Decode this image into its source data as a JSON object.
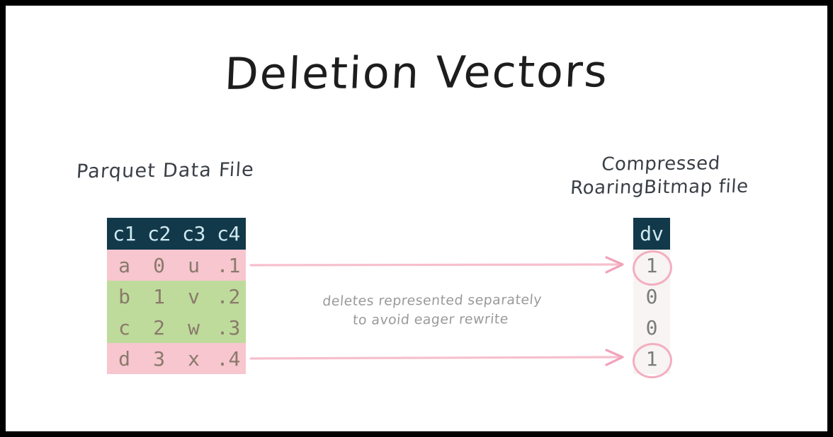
{
  "page": {
    "title": "Deletion Vectors",
    "background": "#ffffff",
    "frame_color": "#000000"
  },
  "colors": {
    "header_bg": "#12394a",
    "header_text": "#cfe9f0",
    "row_pink": "#f7c6cf",
    "row_green": "#bedb9b",
    "cell_text": "#8a7a6b",
    "dv_bg": "#f7f4f3",
    "dv_text": "#7b7b7b",
    "accent_pink": "#f4aec0",
    "label_text": "#3a3f46",
    "caption_text": "#9a9a9a"
  },
  "left_panel": {
    "label": "Parquet Data File",
    "table": {
      "columns": [
        "c1",
        "c2",
        "c3",
        "c4"
      ],
      "rows": [
        {
          "highlight": "pink",
          "cells": [
            "a",
            "0",
            "u",
            ".1"
          ]
        },
        {
          "highlight": "green",
          "cells": [
            "b",
            "1",
            "v",
            ".2"
          ]
        },
        {
          "highlight": "green",
          "cells": [
            "c",
            "2",
            "w",
            ".3"
          ]
        },
        {
          "highlight": "pink",
          "cells": [
            "d",
            "3",
            "x",
            ".4"
          ]
        }
      ]
    }
  },
  "right_panel": {
    "label_line1": "Compressed",
    "label_line2": "RoaringBitmap file",
    "table": {
      "columns": [
        "dv"
      ],
      "rows": [
        {
          "value": "1",
          "circled": true
        },
        {
          "value": "0",
          "circled": false
        },
        {
          "value": "0",
          "circled": false
        },
        {
          "value": "1",
          "circled": true
        }
      ]
    }
  },
  "annotation": {
    "line1": "deletes represented separately",
    "line2": "to avoid eager rewrite"
  },
  "arrows": [
    {
      "name": "arrow-row1-to-dv1",
      "from_row": 1,
      "to_row": 1
    },
    {
      "name": "arrow-row4-to-dv4",
      "from_row": 4,
      "to_row": 4
    }
  ]
}
